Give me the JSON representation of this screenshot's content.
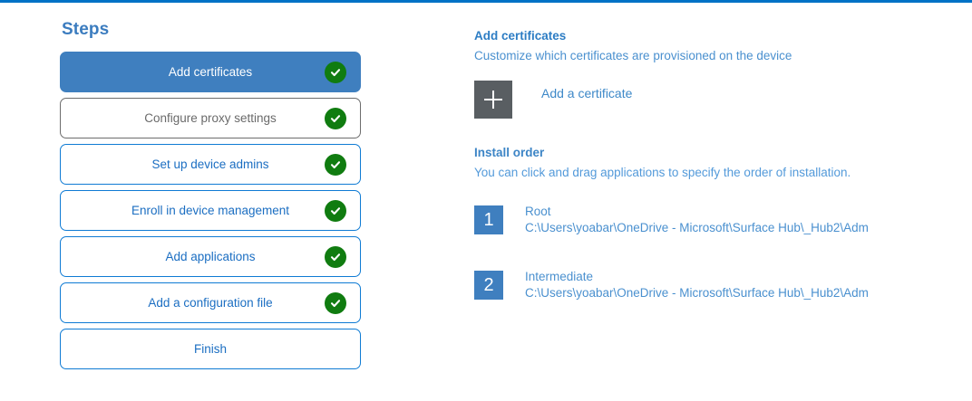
{
  "accent_color": "#0072c6",
  "steps_panel": {
    "heading": "Steps",
    "items": [
      {
        "label": "Add certificates",
        "state": "current",
        "completed": true
      },
      {
        "label": "Configure proxy settings",
        "state": "muted",
        "completed": true
      },
      {
        "label": "Set up device admins",
        "state": "default",
        "completed": true
      },
      {
        "label": "Enroll in device management",
        "state": "default",
        "completed": true
      },
      {
        "label": "Add applications",
        "state": "default",
        "completed": true
      },
      {
        "label": "Add a configuration file",
        "state": "default",
        "completed": true
      },
      {
        "label": "Finish",
        "state": "default",
        "completed": false
      }
    ]
  },
  "detail": {
    "title": "Add certificates",
    "subtitle": "Customize which certificates are provisioned on the device",
    "add_certificate_label": "Add a certificate",
    "add_icon": "plus-icon",
    "install_order": {
      "title": "Install order",
      "subtitle": "You can click and drag applications to specify the order of installation.",
      "items": [
        {
          "number": "1",
          "name": "Root",
          "path": "C:\\Users\\yoabar\\OneDrive - Microsoft\\Surface Hub\\_Hub2\\Adm"
        },
        {
          "number": "2",
          "name": "Intermediate",
          "path": "C:\\Users\\yoabar\\OneDrive - Microsoft\\Surface Hub\\_Hub2\\Adm"
        }
      ]
    }
  }
}
